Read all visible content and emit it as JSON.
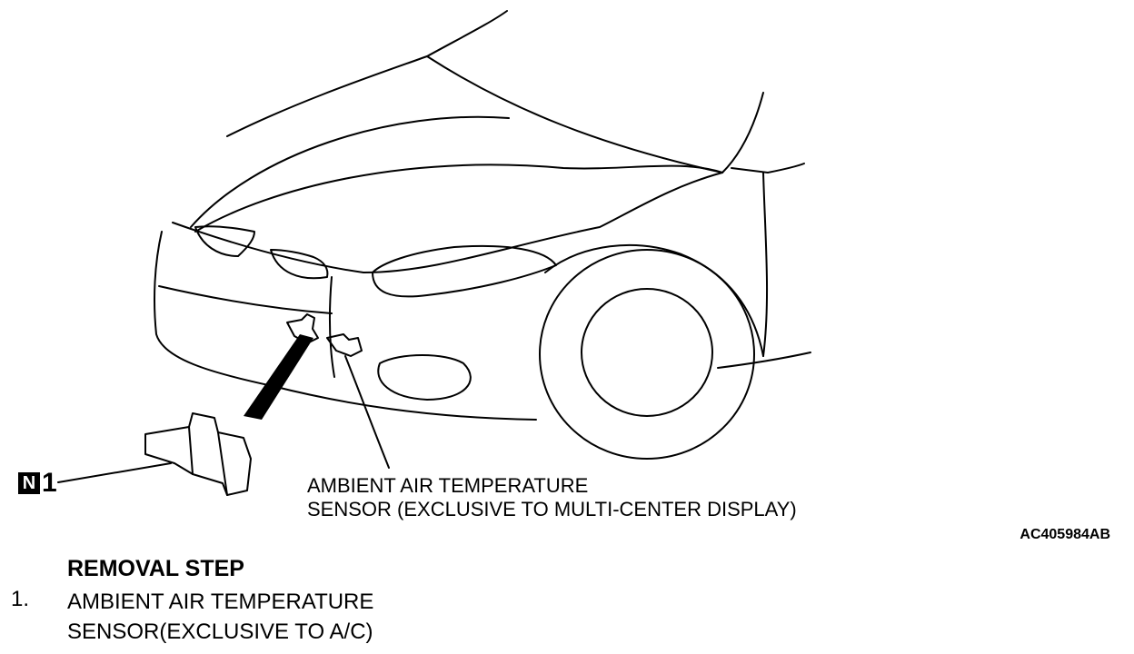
{
  "callout": {
    "line1": "AMBIENT AIR TEMPERATURE",
    "line2": "SENSOR (EXCLUSIVE TO MULTI-CENTER DISPLAY)"
  },
  "figure_code": "AC405984AB",
  "part_label": {
    "badge": "N",
    "number": "1"
  },
  "removal": {
    "title": "REMOVAL STEP",
    "steps": [
      {
        "number": "1.",
        "line1": "AMBIENT AIR TEMPERATURE",
        "line2": "SENSOR(EXCLUSIVE TO A/C)"
      }
    ]
  }
}
